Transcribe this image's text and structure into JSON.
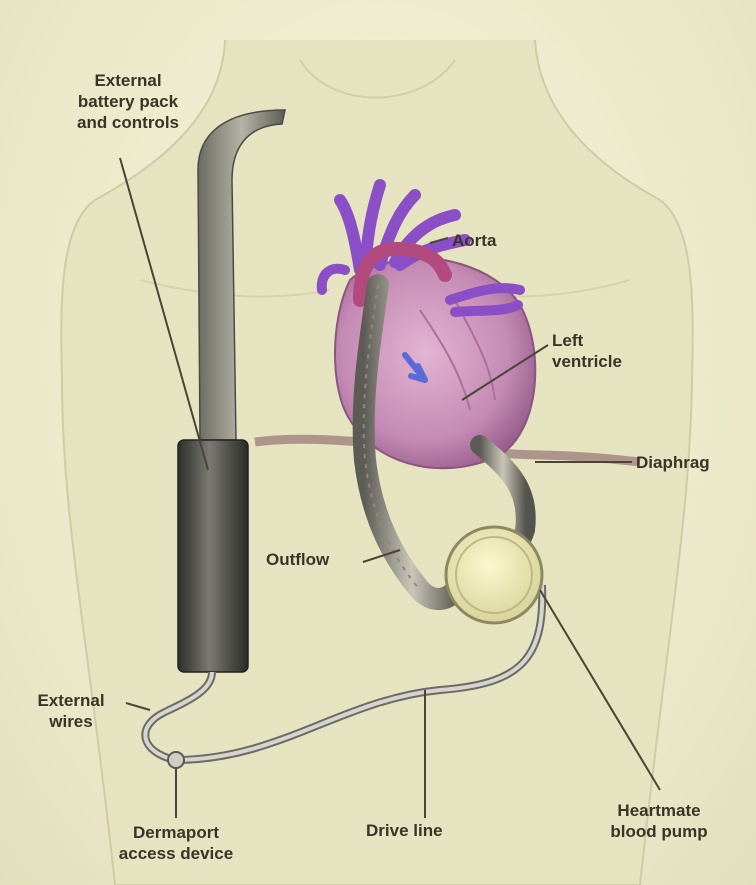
{
  "labels": {
    "battery": "External\nbattery pack\nand controls",
    "aorta": "Aorta",
    "left_ventricle": "Left\nventricle",
    "diaphragm": "Diaphrag",
    "outflow": "Outflow",
    "external_wires": "External\nwires",
    "dermaport": "Dermaport\naccess device",
    "drive_line": "Drive line",
    "heartmate": "Heartmate\nblood pump"
  },
  "colors": {
    "torso": "#e8e6c4",
    "heart": "#c98fb8",
    "vessels": "#8a56c8",
    "battery": "#4a4a46",
    "pump": "#f2efb8",
    "leader_lines": "#4a4438"
  }
}
